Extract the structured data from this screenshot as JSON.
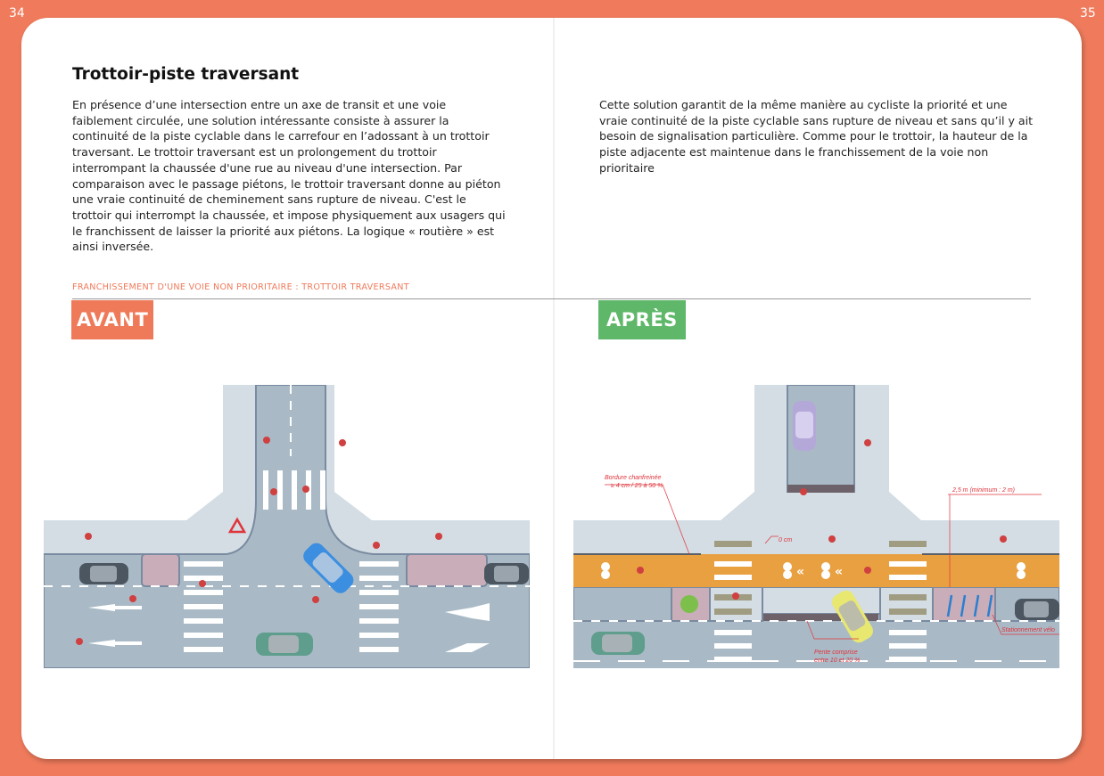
{
  "page_numbers": {
    "left": "34",
    "right": "35"
  },
  "title": "Trottoir-piste traversant",
  "left_paragraph": "En présence d’une intersection entre un axe de transit et une voie faiblement circulée, une solution intéressante consiste à assurer la continuité de la piste cyclable dans le carrefour en l’adossant à un trottoir traversant. Le trottoir traversant est un prolongement du trottoir interrompant la chaussée d'une rue au niveau d'une intersection. Par comparaison avec le passage piétons, le trottoir traversant donne au piéton une vraie continuité de cheminement sans rupture de niveau. C'est le trottoir qui interrompt la chaussée, et impose physiquement aux usagers qui le franchissent de laisser la priorité aux piétons. La logique « routière » est ainsi inversée.",
  "right_paragraph": "Cette solution garantit de la même manière au cycliste la priorité et une vraie continuité de la piste cyclable sans rupture de niveau et sans qu’il y ait besoin de signalisation particulière. Comme pour le trottoir, la hauteur de la piste adjacente est maintenue dans le franchissement de la voie non prioritaire",
  "figure_caption": "FRANCHISSEMENT D'UNE VOIE NON PRIORITAIRE : TROTTOIR TRAVERSANT",
  "before_label": "AVANT",
  "after_label": "APRÈS",
  "annotations": {
    "bordure_1": "Bordure chanfreinée",
    "bordure_2": "≥ 4 cm / 25 à 50 %",
    "zero": "0 cm",
    "width": "2,5 m (minimum : 2 m)",
    "pente_1": "Pente comprise",
    "pente_2": "entre 10 et 20 %",
    "parking": "Stationnement vélo"
  },
  "colors": {
    "background": "#f07b5c",
    "avant": "#ef7a5a",
    "apres": "#5fb86a",
    "bike_lane": "#e8a040",
    "asphalt": "#a9bac6",
    "sidewalk": "#d3dde3"
  }
}
